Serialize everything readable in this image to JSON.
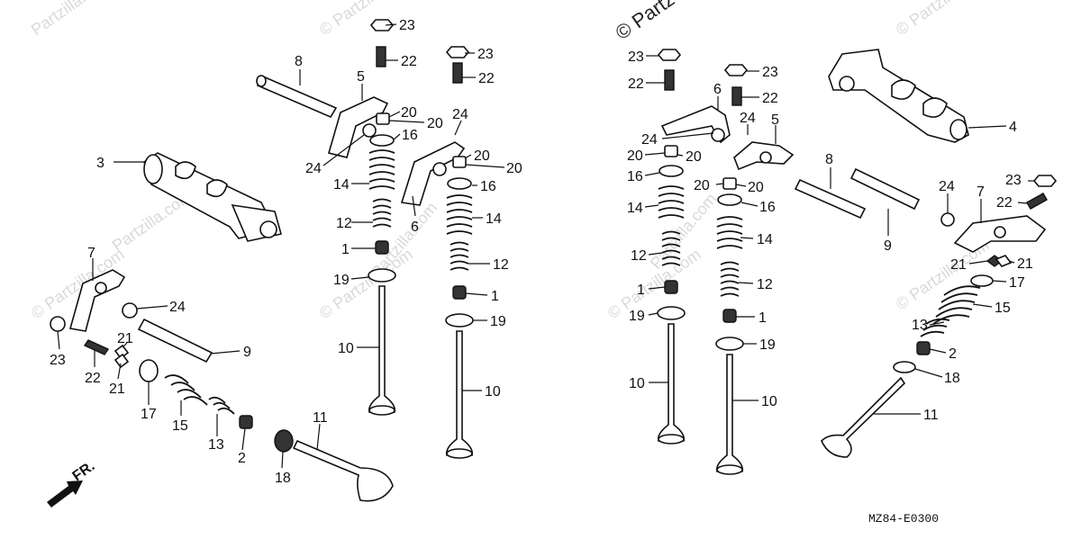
{
  "watermarks": {
    "brand": "© Partzilla.com",
    "brand_short": "Partzilla.com",
    "top_banner": "© Partz"
  },
  "diagram_code": "MZ84-E0300",
  "direction_label": "FR.",
  "callouts": {
    "left": {
      "n23a": "23",
      "n22a": "22",
      "n23b": "23",
      "n22b": "22",
      "n8": "8",
      "n5": "5",
      "n20a": "20",
      "n20b": "20",
      "n24a": "24",
      "n16a": "16",
      "n20c": "20",
      "n20d": "20",
      "n3": "3",
      "n24b": "24",
      "n14a": "14",
      "n16b": "16",
      "n12a": "12",
      "n6": "6",
      "n14b": "14",
      "n1a": "1",
      "n12b": "12",
      "n19a": "19",
      "n1b": "1",
      "n7": "7",
      "n24c": "24",
      "n19b": "19",
      "n10a": "10",
      "n9": "9",
      "n21a": "21",
      "n21b": "21",
      "n23c": "23",
      "n22c": "22",
      "n10b": "10",
      "n17": "17",
      "n15": "15",
      "n13": "13",
      "n2": "2",
      "n11": "11",
      "n18": "18"
    },
    "right": {
      "n23a": "23",
      "n22a": "22",
      "n23b": "23",
      "n22b": "22",
      "n6": "6",
      "n24a": "24",
      "n5": "5",
      "n4": "4",
      "n24b": "24",
      "n20a": "20",
      "n20b": "20",
      "n16a": "16",
      "n8": "8",
      "n20c": "20",
      "n20d": "20",
      "n14a": "14",
      "n16b": "16",
      "n24c": "24",
      "n7": "7",
      "n23c": "23",
      "n22c": "22",
      "n12a": "12",
      "n14b": "14",
      "n9": "9",
      "n1a": "1",
      "n12b": "12",
      "n21a": "21",
      "n21b": "21",
      "n17": "17",
      "n19a": "19",
      "n1b": "1",
      "n15": "15",
      "n13": "13",
      "n19b": "19",
      "n2": "2",
      "n10a": "10",
      "n18": "18",
      "n10b": "10",
      "n11": "11"
    }
  }
}
